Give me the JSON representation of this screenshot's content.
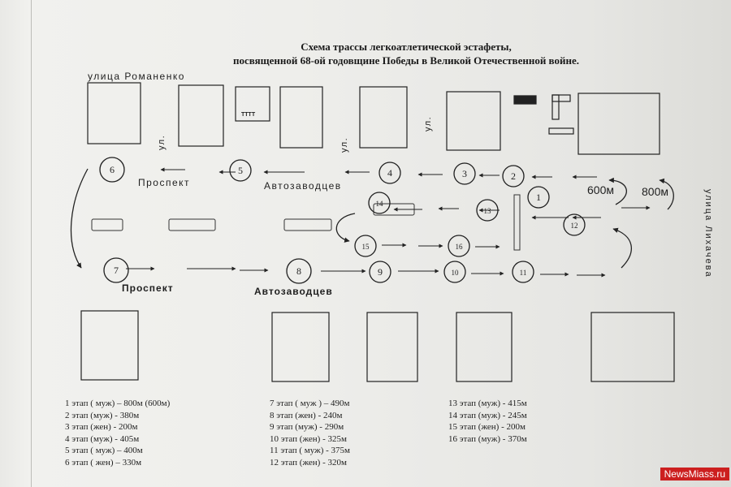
{
  "title_line1": "Схема трассы легкоатлетической эстафеты,",
  "title_line2": "посвященной  68-ой  годовщине Победы в Великой Отечественной войне.",
  "streets": {
    "romanenko": "улица Романенко",
    "prospect_top": "Проспект",
    "avtozavodtsev_top": "Автозаводцев",
    "prospect_bottom": "Проспект",
    "avtozavodtsev_bottom": "Автозаводцев",
    "likhacheva": "улица Лихачева",
    "ul_short_1": "ул.",
    "ul_short_2": "ул.",
    "ul_short_3": "ул."
  },
  "distance_labels": {
    "d600": "600м",
    "d800": "800м"
  },
  "building_label": "ТТТТ",
  "stage_numbers": [
    "1",
    "2",
    "3",
    "4",
    "5",
    "6",
    "7",
    "8",
    "9",
    "10",
    "11",
    "12",
    "13",
    "14",
    "15",
    "16"
  ],
  "stages_col1": [
    "1 этап  ( муж) – 800м  (600м)",
    "2 этап  (муж)  - 380м",
    "3 этап (жен)  - 200м",
    "4 этап  (муж)  - 405м",
    "5 этап  ( муж) – 400м",
    "6 этап  ( жен) – 330м"
  ],
  "stages_col2": [
    "7 этап ( муж ) – 490м",
    "8 этап  (жен)  - 240м",
    "9 этап (муж)  - 290м",
    "10 этап  (жен)  - 325м",
    "11 этап ( муж)  - 375м",
    "12 этап (жен)  -  320м"
  ],
  "stages_col3": [
    "13 этап (муж)  - 415м",
    "14 этап (муж)  - 245м",
    "15 этап (жен)  -  200м",
    "16 этап (муж)  - 370м"
  ],
  "watermark": "NewsMiass.ru"
}
